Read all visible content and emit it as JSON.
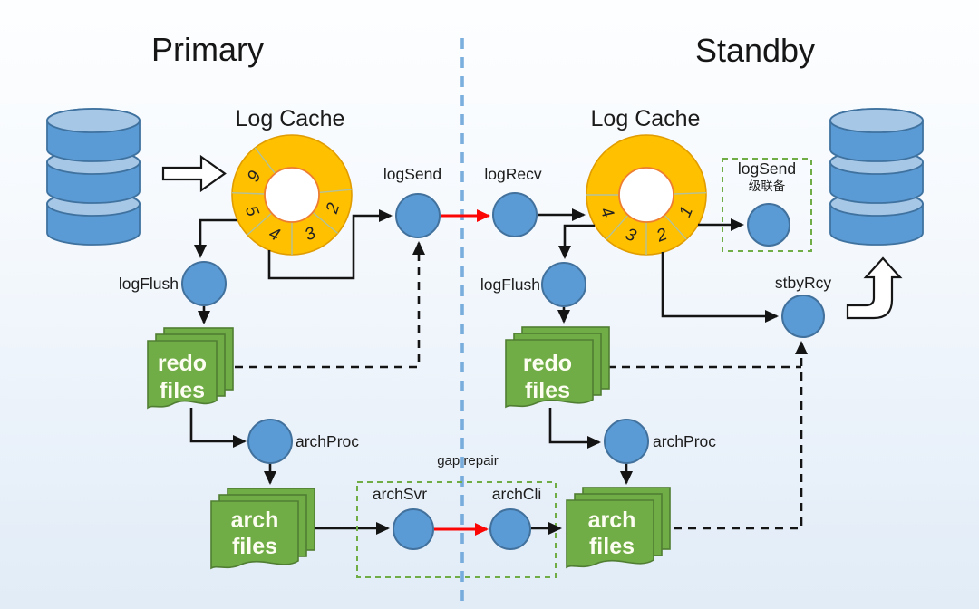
{
  "titles": {
    "primary": "Primary",
    "standby": "Standby"
  },
  "colors": {
    "node_fill": "#5b9bd5",
    "node_stroke": "#41719c",
    "ring_fill": "#ffc000",
    "ring_stroke": "#e09c00",
    "ring_inner_stroke": "#ed7d31",
    "ring_divider": "#b3c19b",
    "file_fill": "#70ad47",
    "file_stroke": "#507e32",
    "arrow_black": "#141414",
    "arrow_red": "#fb0505",
    "center_line": "#5b9bd5",
    "green_dash_box": "#70ad47",
    "db_body": "#5b9bd5",
    "db_top": "#a7c7e7",
    "db_stroke": "#3f729f"
  },
  "primary": {
    "cache_label": "Log Cache",
    "ring_numbers": [
      "2",
      "3",
      "4",
      "5",
      "6"
    ],
    "log_send_label": "logSend",
    "log_flush_label": "logFlush",
    "arch_proc_label": "archProc",
    "redo_files": [
      "redo",
      "files"
    ],
    "arch_files": [
      "arch",
      "files"
    ]
  },
  "standby": {
    "cache_label": "Log Cache",
    "ring_numbers": [
      "1",
      "2",
      "3",
      "4"
    ],
    "log_recv_label": "logRecv",
    "log_flush_label": "logFlush",
    "arch_proc_label": "archProc",
    "stby_rcy_label": "stbyRcy",
    "cascade": {
      "title": "logSend",
      "subtitle": "级联备"
    },
    "redo_files": [
      "redo",
      "files"
    ],
    "arch_files": [
      "arch",
      "files"
    ]
  },
  "gap_repair": {
    "label": "gap repair",
    "arch_svr_label": "archSvr",
    "arch_cli_label": "archCli"
  }
}
